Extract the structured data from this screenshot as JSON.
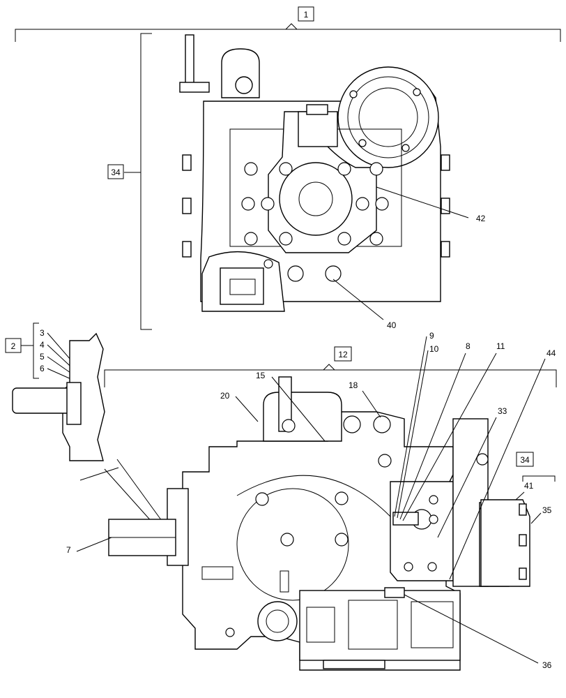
{
  "callouts": {
    "c1": "1",
    "c2": "2",
    "c3": "3",
    "c4": "4",
    "c5": "5",
    "c6": "6",
    "c7": "7",
    "c8": "8",
    "c9": "9",
    "c10": "10",
    "c11": "11",
    "c12": "12",
    "c15": "15",
    "c18": "18",
    "c20": "20",
    "c33": "33",
    "c34a": "34",
    "c34b": "34",
    "c35": "35",
    "c36": "36",
    "c40": "40",
    "c41": "41",
    "c42": "42",
    "c44": "44"
  }
}
